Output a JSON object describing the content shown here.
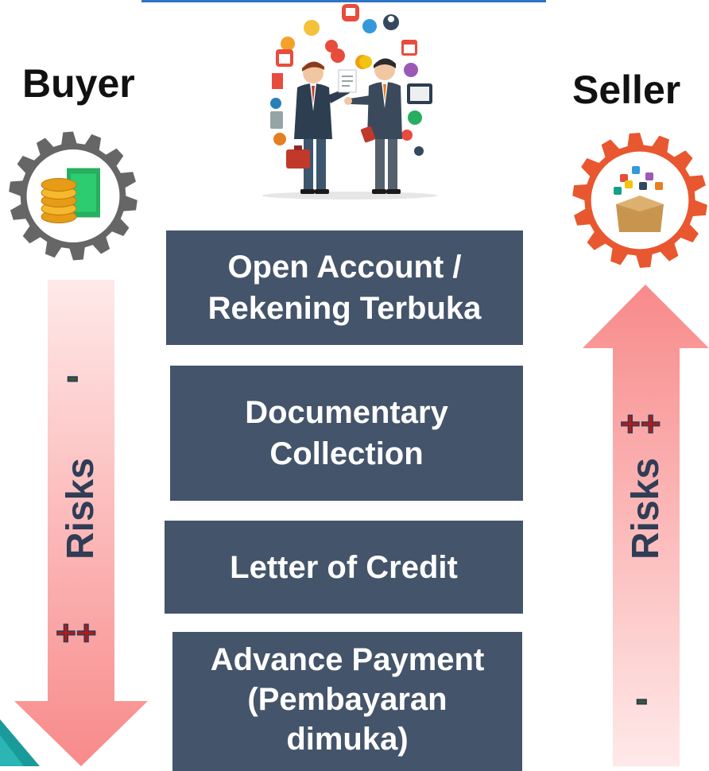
{
  "buyer": {
    "title": "Buyer",
    "risk_label": "Risks",
    "top_sign": "-",
    "bottom_sign": "++",
    "gear_color": "#666666",
    "arrow_direction": "down",
    "icon": "money-cash-icon"
  },
  "seller": {
    "title": "Seller",
    "risk_label": "Risks",
    "top_sign": "++",
    "bottom_sign": "-",
    "gear_color": "#e8572f",
    "arrow_direction": "up",
    "icon": "goods-box-icon"
  },
  "methods": [
    {
      "label_line1": "Open Account /",
      "label_line2": "Rekening Terbuka"
    },
    {
      "label_line1": "Documentary",
      "label_line2": "Collection"
    },
    {
      "label_line1": "Letter of Credit"
    },
    {
      "label_line1": "Advance Payment",
      "label_line2": "(Pembayaran",
      "label_line3": "dimuka)"
    }
  ],
  "colors": {
    "box_fill": "#44546a",
    "box_text": "#ffffff",
    "arrow_pink": "#f7a3a3",
    "risk_text": "#2f3d55",
    "plus_red": "#b01b1b",
    "accent_blue": "#2e74c4"
  },
  "illustration": {
    "icon": "business-handshake-icon"
  }
}
